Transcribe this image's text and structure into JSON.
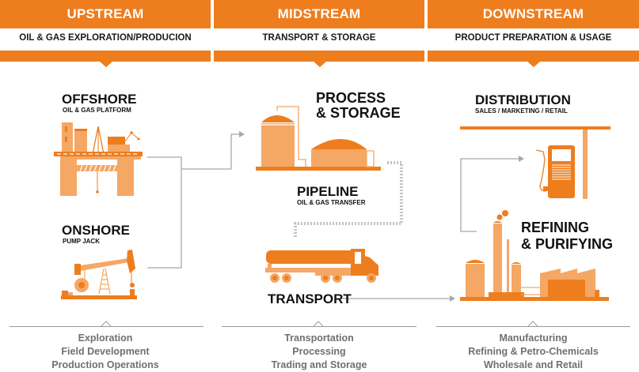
{
  "colors": {
    "accent": "#ee7d1e",
    "accent_light": "#f5a764",
    "connector": "#a8a8a8",
    "text_dark": "#111111",
    "text_gray": "#707070"
  },
  "columns": [
    {
      "header": "UPSTREAM",
      "subheader": "OIL & GAS EXPLORATION/PRODUCION",
      "bottom_items": [
        "Exploration",
        "Field Development",
        "Production Operations"
      ]
    },
    {
      "header": "MIDSTREAM",
      "subheader": "TRANSPORT & STORAGE",
      "bottom_items": [
        "Transportation",
        "Processing",
        "Trading and Storage"
      ]
    },
    {
      "header": "DOWNSTREAM",
      "subheader": "PRODUCT PREPARATION & USAGE",
      "bottom_items": [
        "Manufacturing",
        "Refining & Petro-Chemicals",
        "Wholesale and Retail"
      ]
    }
  ],
  "nodes": {
    "offshore": {
      "title": "OFFSHORE",
      "subtitle": "OIL & GAS PLATFORM",
      "icon": "offshore-platform-icon"
    },
    "onshore": {
      "title": "ONSHORE",
      "subtitle": "PUMP JACK",
      "icon": "pump-jack-icon"
    },
    "process": {
      "title_line1": "PROCESS",
      "title_line2": "& STORAGE",
      "icon": "storage-tanks-icon"
    },
    "pipeline": {
      "title": "PIPELINE",
      "subtitle": "OIL & GAS TRANSFER",
      "icon": "pipeline-icon"
    },
    "transport": {
      "title": "TRANSPORT",
      "icon": "tanker-truck-icon"
    },
    "distribution": {
      "title": "DISTRIBUTION",
      "subtitle": "SALES / MARKETING / RETAIL",
      "icon": "fuel-pump-icon"
    },
    "refining": {
      "title_line1": "REFINING",
      "title_line2": "& PURIFYING",
      "icon": "refinery-icon"
    }
  }
}
